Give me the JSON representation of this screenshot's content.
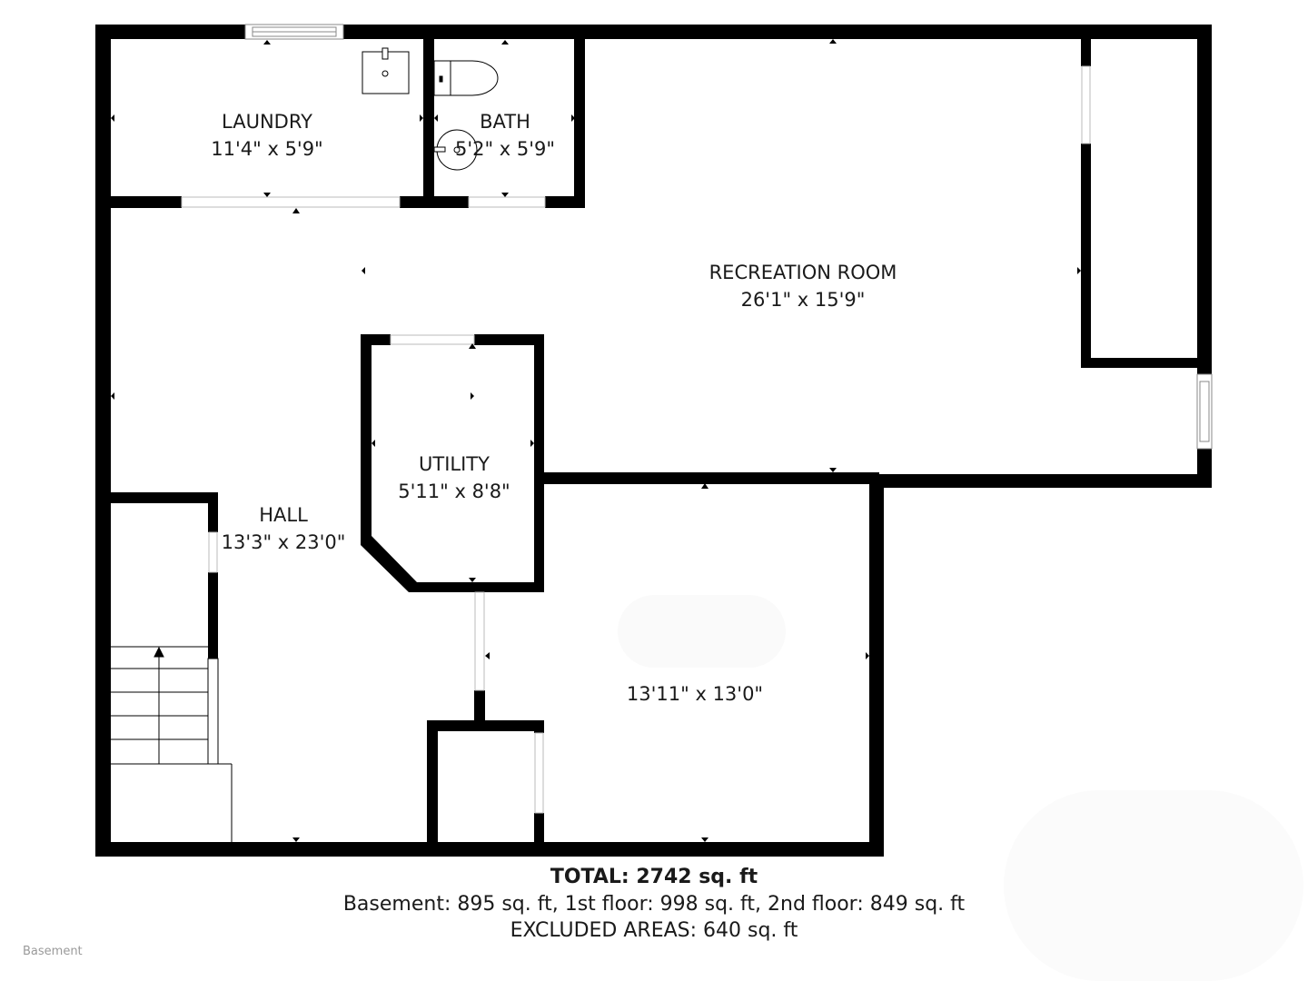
{
  "rooms": {
    "laundry": {
      "name": "LAUNDRY",
      "dims": "11'4\" x 5'9\""
    },
    "bath": {
      "name": "BATH",
      "dims": "5'2\" x 5'9\""
    },
    "recreation": {
      "name": "RECREATION ROOM",
      "dims": "26'1\" x 15'9\""
    },
    "utility": {
      "name": "UTILITY",
      "dims": "5'11\" x 8'8\""
    },
    "hall": {
      "name": "HALL",
      "dims": "13'3\" x 23'0\""
    },
    "unnamed": {
      "name": "",
      "dims": "13'11\" x 13'0\""
    }
  },
  "footer": {
    "total": "TOTAL: 2742 sq. ft",
    "breakdown": "Basement: 895 sq. ft, 1st floor: 998 sq. ft, 2nd floor: 849 sq. ft",
    "excluded": "EXCLUDED AREAS: 640 sq. ft"
  },
  "floor_name": "Basement",
  "colors": {
    "wall": "#000000",
    "background": "#ffffff",
    "opening": "#ffffff",
    "window_frame": "#9a9a9a"
  }
}
